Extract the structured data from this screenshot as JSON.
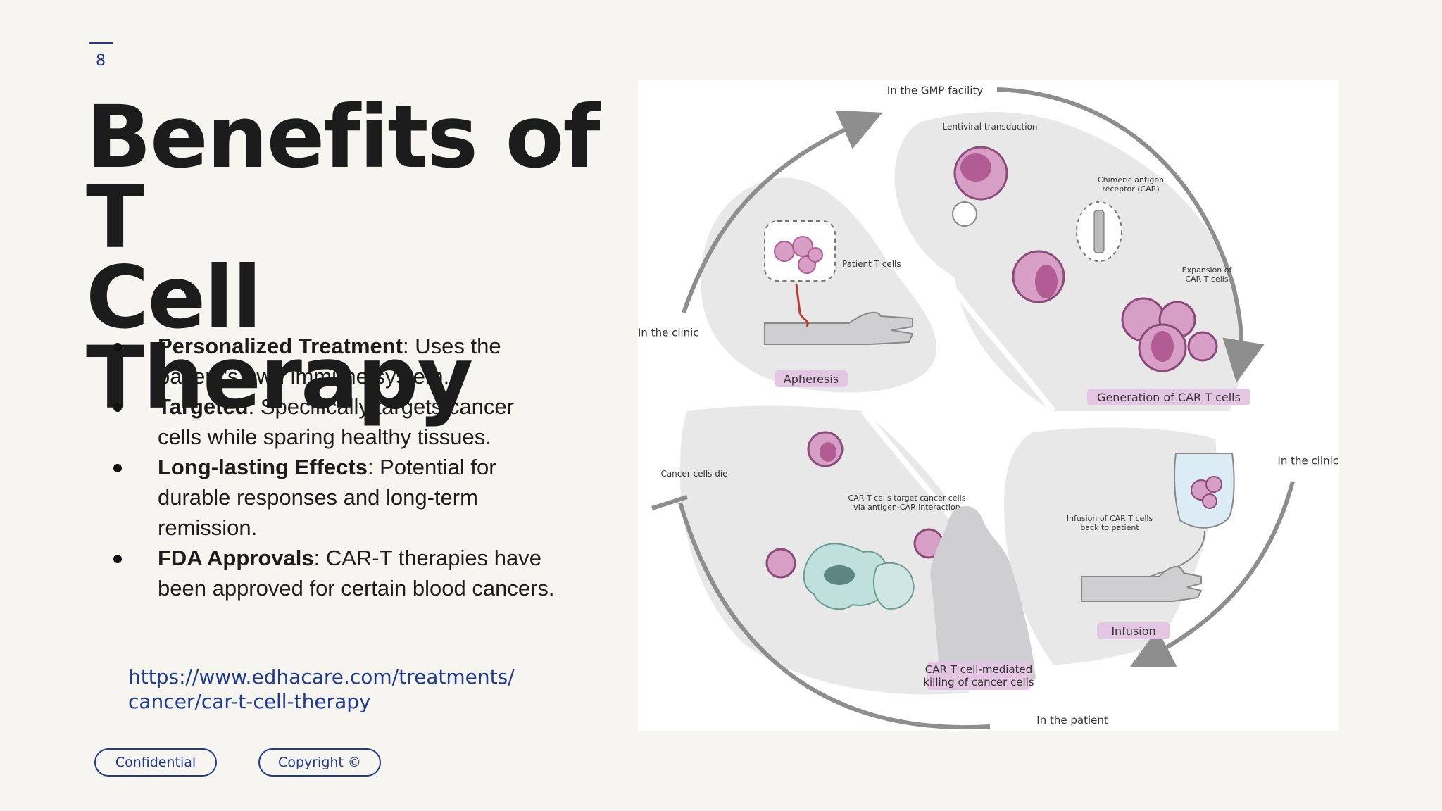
{
  "slide": {
    "number": "8",
    "title_line1": "Benefits of T",
    "title_line2": "Cell Therapy"
  },
  "bullets": [
    {
      "bold": "Personalized Treatment",
      "text": ": Uses the patient's own immune system."
    },
    {
      "bold": "Targeted",
      "text": ": Specifically targets cancer cells while sparing healthy tissues."
    },
    {
      "bold": "Long-lasting Effects",
      "text": ": Potential for durable responses and long-term remission."
    },
    {
      "bold": "FDA Approvals",
      "text": ": CAR-T therapies have been approved for certain blood cancers."
    }
  ],
  "link": {
    "line1": "https://www.edhacare.com/treatments/",
    "line2": "cancer/car-t-cell-therapy"
  },
  "footer": {
    "confidential": "Confidential",
    "copyright": "Copyright ©"
  },
  "diagram": {
    "labels": {
      "gmp": "In the GMP facility",
      "clinic_left": "In the clinic",
      "clinic_right": "In the clinic",
      "patient": "In the patient",
      "lentiviral": "Lentiviral transduction",
      "car_line1": "Chimeric antigen",
      "car_line2": "receptor (CAR)",
      "expansion_line1": "Expansion of",
      "expansion_line2": "CAR T cells",
      "patient_t_cells": "Patient T cells",
      "apheresis": "Apheresis",
      "generation": "Generation of CAR T cells",
      "cancer_die": "Cancer cells die",
      "target_line1": "CAR T cells target cancer cells",
      "target_line2": "via antigen-CAR interaction",
      "infusion_back_line1": "Infusion of CAR T cells",
      "infusion_back_line2": "back to patient",
      "infusion": "Infusion",
      "killing_line1": "CAR T cell-mediated",
      "killing_line2": "killing of cancer cells"
    },
    "colors": {
      "cell": "#d79fc6",
      "nucleus": "#b15c94",
      "label_bg": "#e3c6e1",
      "panel": "#e9e8e9",
      "cancer": "#bfe0dc",
      "arrow": "#8e8e8e"
    }
  }
}
